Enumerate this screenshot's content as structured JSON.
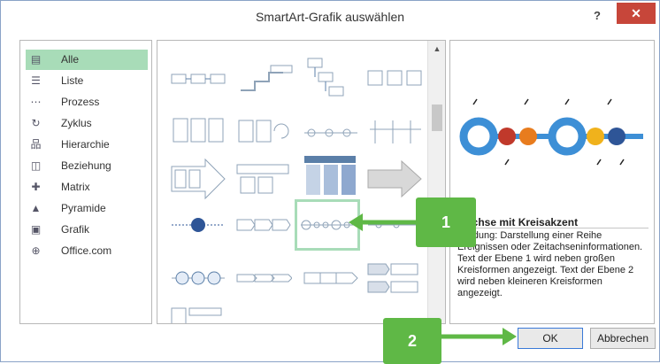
{
  "window": {
    "title": "SmartArt-Grafik auswählen",
    "help_label": "?",
    "close_label": "✕"
  },
  "categories": [
    {
      "label": "Alle",
      "icon": "all-icon",
      "selected": true
    },
    {
      "label": "Liste",
      "icon": "list-icon"
    },
    {
      "label": "Prozess",
      "icon": "process-icon"
    },
    {
      "label": "Zyklus",
      "icon": "cycle-icon"
    },
    {
      "label": "Hierarchie",
      "icon": "hierarchy-icon"
    },
    {
      "label": "Beziehung",
      "icon": "relationship-icon"
    },
    {
      "label": "Matrix",
      "icon": "matrix-icon"
    },
    {
      "label": "Pyramide",
      "icon": "pyramid-icon"
    },
    {
      "label": "Grafik",
      "icon": "picture-icon"
    },
    {
      "label": "Office.com",
      "icon": "globe-icon"
    }
  ],
  "preview": {
    "name": "achse mit Kreisakzent",
    "description": "vendung: Darstellung einer Reihe Ereignissen oder Zeitachseninformationen. Text der Ebene 1 wird neben großen Kreisformen angezeigt. Text der Ebene 2 wird neben kleineren Kreisformen angezeigt.",
    "colors": {
      "blue": "#3d8fd6",
      "red": "#c0392b",
      "orange": "#e87c1e",
      "yellow": "#f0b21c",
      "navy": "#2e5597"
    }
  },
  "buttons": {
    "ok": "OK",
    "cancel": "Abbrechen"
  },
  "callouts": {
    "one": "1",
    "two": "2",
    "color": "#5fb846"
  }
}
